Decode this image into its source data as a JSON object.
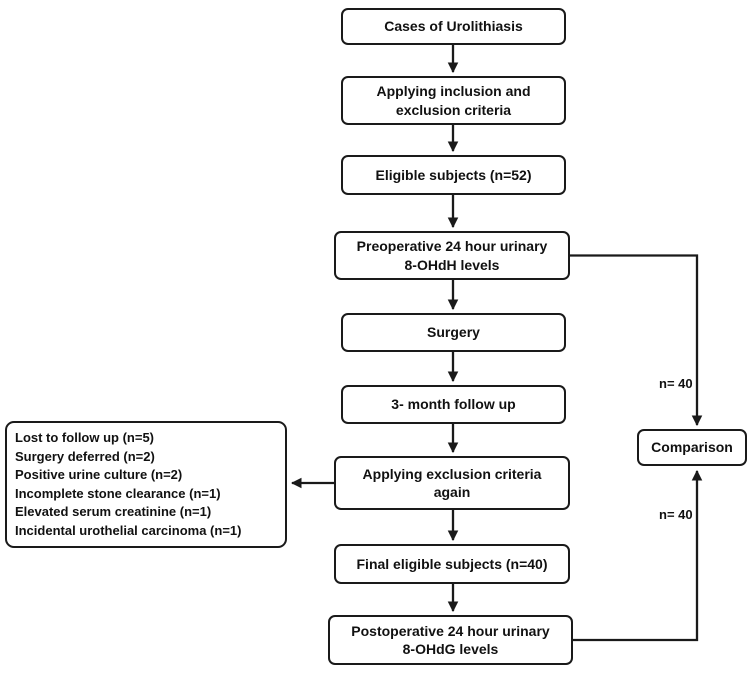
{
  "diagram": {
    "type": "flowchart",
    "nodes": {
      "cases": {
        "label": "Cases of Urolithiasis"
      },
      "inclusion": {
        "label": "Applying inclusion and\nexclusion criteria"
      },
      "eligible": {
        "label": "Eligible subjects (n=52)"
      },
      "preop": {
        "label": "Preoperative 24 hour urinary\n8-OHdH levels"
      },
      "surgery": {
        "label": "Surgery"
      },
      "followup": {
        "label": "3- month follow up"
      },
      "exclusion_again": {
        "label": "Applying exclusion criteria\nagain"
      },
      "final": {
        "label": "Final eligible subjects (n=40)"
      },
      "postop": {
        "label": "Postoperative 24 hour urinary\n8-OHdG levels"
      },
      "comparison": {
        "label": "Comparison"
      }
    },
    "exclusions": {
      "items": [
        "Lost to follow up (n=5)",
        "Surgery deferred (n=2)",
        "Positive urine culture (n=2)",
        "Incomplete stone clearance (n=1)",
        "Elevated serum creatinine (n=1)",
        "Incidental urothelial carcinoma (n=1)"
      ]
    },
    "connector_labels": {
      "preop_to_comparison": "n= 40",
      "postop_to_comparison": "n= 40"
    },
    "colors": {
      "line": "#1a1a1a",
      "box_border": "#1a1a1a",
      "box_bg": "#ffffff",
      "text": "#111111"
    }
  }
}
